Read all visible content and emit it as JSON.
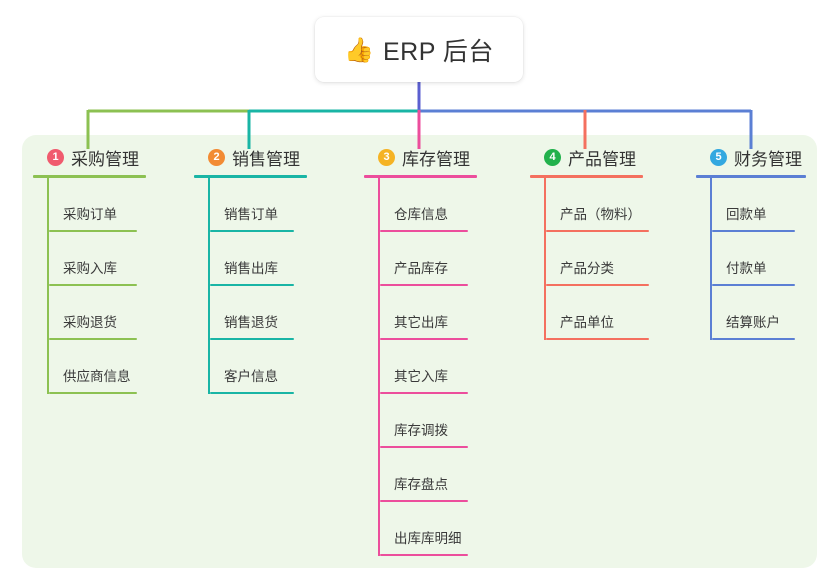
{
  "diagram": {
    "type": "mind-map",
    "root": {
      "icon": "thumbs-up-icon",
      "icon_glyph": "👍",
      "title": "ERP 后台"
    },
    "panel_color": "#eef7e9",
    "branches": [
      {
        "number": "1",
        "title": "采购管理",
        "color": "#8cc152",
        "badge_color": "#f05b6e",
        "items": [
          "采购订单",
          "采购入库",
          "采购退货",
          "供应商信息"
        ]
      },
      {
        "number": "2",
        "title": "销售管理",
        "color": "#19b5a5",
        "badge_color": "#f28b33",
        "items": [
          "销售订单",
          "销售出库",
          "销售退货",
          "客户信息"
        ]
      },
      {
        "number": "3",
        "title": "库存管理",
        "color": "#ec4e9c",
        "badge_color": "#f5b324",
        "items": [
          "仓库信息",
          "产品库存",
          "其它出库",
          "其它入库",
          "库存调拨",
          "库存盘点",
          "出库库明细"
        ]
      },
      {
        "number": "4",
        "title": "产品管理",
        "color": "#f4705f",
        "badge_color": "#22b14c",
        "items": [
          "产品（物料）",
          "产品分类",
          "产品单位"
        ]
      },
      {
        "number": "5",
        "title": "财务管理",
        "color": "#5b7fd4",
        "badge_color": "#33a8e0",
        "items": [
          "回款单",
          "付款单",
          "结算账户"
        ]
      }
    ],
    "connector_colors": {
      "left_segment": "#8cc152",
      "mid_left_segment": "#19b5a5",
      "trunk": "#5b5fd0",
      "right_segment": "#5b7fd4"
    }
  }
}
